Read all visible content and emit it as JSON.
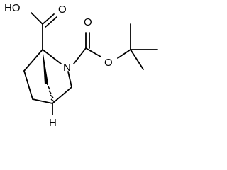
{
  "molecule": {
    "atoms": {
      "acid_oh": "HO",
      "acid_o": "O",
      "ring_n": "N",
      "boc_o_carbonyl": "O",
      "boc_o_ester": "O",
      "bridgehead_h": "H"
    }
  }
}
